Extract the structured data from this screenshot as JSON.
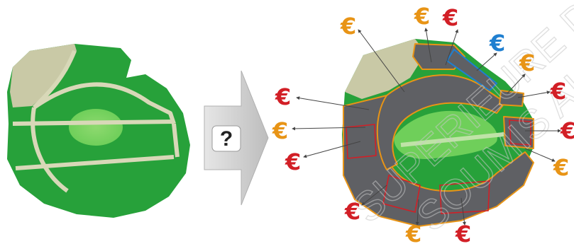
{
  "question_mark": "?",
  "euro_symbol": "€",
  "euro_markers": [
    {
      "id": "top-left-a",
      "color": "orange"
    },
    {
      "id": "top-a",
      "color": "orange"
    },
    {
      "id": "top-b",
      "color": "red"
    },
    {
      "id": "top-right-blue",
      "color": "blue"
    },
    {
      "id": "right-upper",
      "color": "orange"
    },
    {
      "id": "right-mid",
      "color": "red"
    },
    {
      "id": "right-low",
      "color": "red"
    },
    {
      "id": "right-bottom",
      "color": "orange"
    },
    {
      "id": "left-upper",
      "color": "red"
    },
    {
      "id": "left-mid",
      "color": "orange"
    },
    {
      "id": "left-low",
      "color": "red"
    },
    {
      "id": "bottom-left",
      "color": "red"
    },
    {
      "id": "bottom-mid",
      "color": "orange"
    },
    {
      "id": "bottom-right",
      "color": "red"
    }
  ],
  "watermark": {
    "line1": "SUPERIEURE D'ARCHITECTURE",
    "line2": "SOUMIS AU DROIT"
  },
  "colors": {
    "green": "#27a13a",
    "light_green": "#6fcf5a",
    "beige": "#c9c9a6",
    "path": "#d8d8b8",
    "gray": "#5f6064",
    "orange": "#e89416",
    "red": "#d21f26",
    "blue": "#1f7fd0",
    "arrow_gray": "#c8c8c8"
  }
}
